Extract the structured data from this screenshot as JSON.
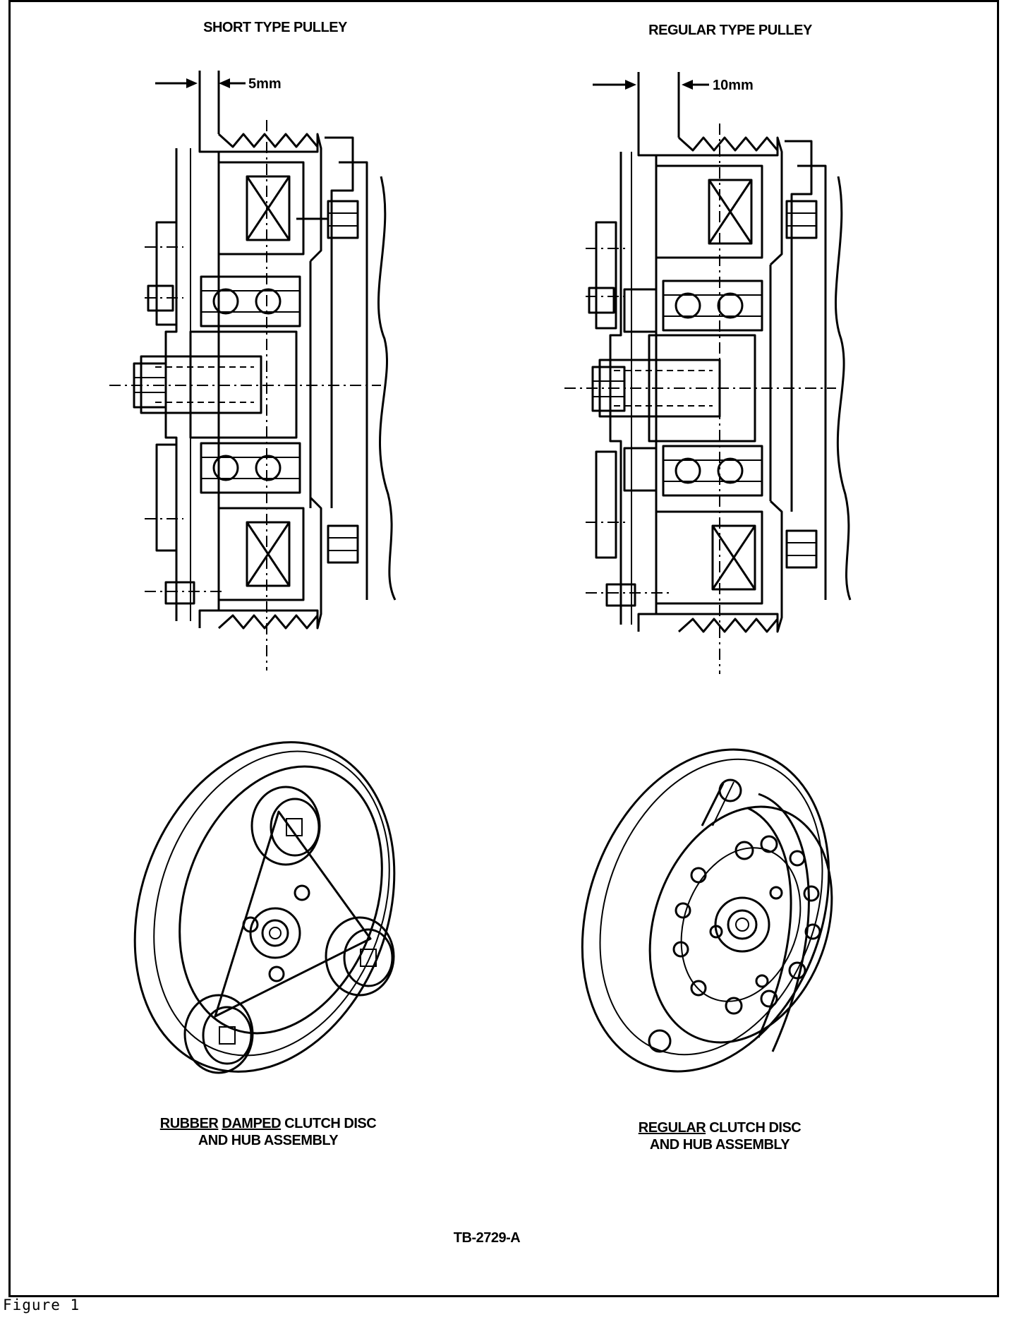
{
  "left": {
    "title": "SHORT TYPE PULLEY",
    "dimension": "5mm",
    "caption_u1": "RUBBER",
    "caption_u2": "DAMPED",
    "caption_rest": "CLUTCH DISC",
    "caption_line2": "AND HUB ASSEMBLY"
  },
  "right": {
    "title": "REGULAR TYPE PULLEY",
    "dimension": "10mm",
    "caption_u1": "REGULAR",
    "caption_rest": "CLUTCH DISC",
    "caption_line2": "AND HUB ASSEMBLY"
  },
  "drawing_number": "TB-2729-A",
  "figure_caption": "Figure 1"
}
